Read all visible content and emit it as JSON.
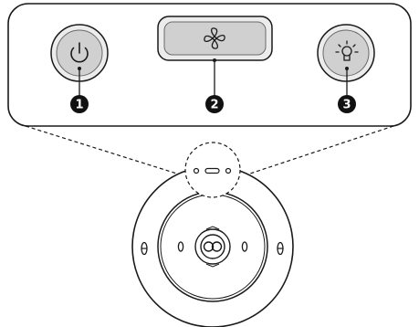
{
  "panel": {
    "buttons": [
      {
        "id": "power",
        "icon": "power-icon",
        "callout": "1"
      },
      {
        "id": "fan",
        "icon": "fan-icon",
        "callout": "2"
      },
      {
        "id": "light",
        "icon": "light-bulb-icon",
        "callout": "3"
      }
    ]
  },
  "colors": {
    "stroke": "#1a1a1a",
    "button_outer": "#e2e2e2",
    "button_inner": "#cdcdcd",
    "callout_fill": "#111111",
    "callout_text": "#ffffff"
  }
}
